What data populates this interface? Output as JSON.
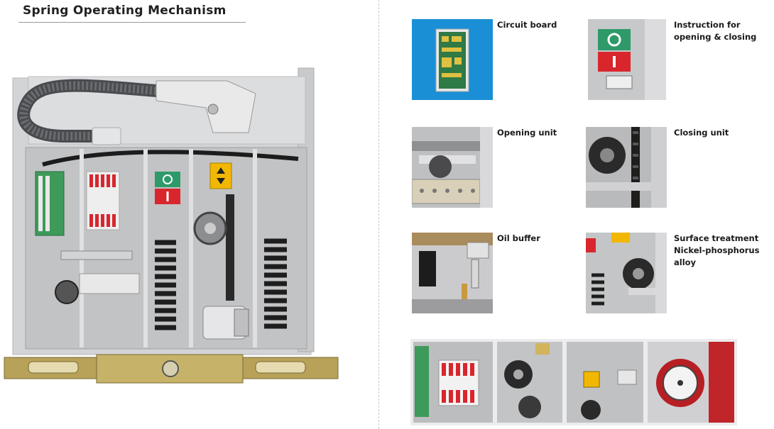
{
  "page": {
    "title": "Spring Operating Mechanism"
  },
  "features": [
    {
      "id": "circuit-board",
      "caption": "Circuit board"
    },
    {
      "id": "instruction",
      "caption": "Instruction for\nopening & closing"
    },
    {
      "id": "opening-unit",
      "caption": "Opening unit"
    },
    {
      "id": "closing-unit",
      "caption": "Closing unit"
    },
    {
      "id": "oil-buffer",
      "caption": "Oil buffer"
    },
    {
      "id": "surface-treatment",
      "caption": "Surface treatment\nNickel-phosphorus\nalloy"
    }
  ],
  "colors": {
    "panel_grey": "#cfd0d2",
    "spring_black": "#1e1e1e",
    "terminal_red": "#d8262c",
    "indicator_green": "#2e9a6a",
    "warning_yellow": "#f2b700",
    "circuit_bg": "#1a8fd6",
    "brass_rail": "#b8a25a"
  },
  "icons": {
    "open_button": "open-indicator-icon",
    "close_button": "close-indicator-icon"
  }
}
